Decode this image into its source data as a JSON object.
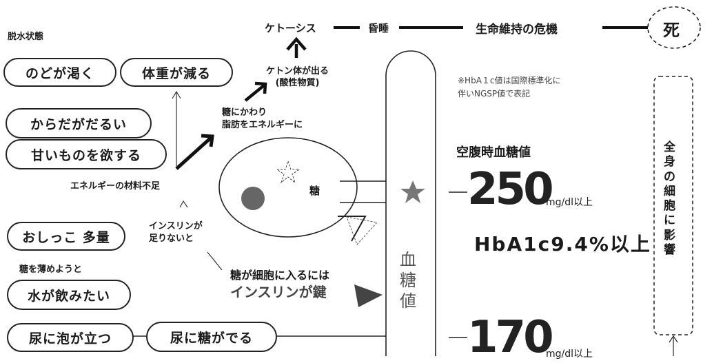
{
  "top_chain": {
    "ketosis": "ケトーシス",
    "coma": "昏睡",
    "crisis": "生命維持の危機",
    "death": "死"
  },
  "dehydration_label": "脱水状態",
  "symptoms": {
    "thirst": "のどが渇く",
    "weight_loss": "体重が減る",
    "fatigue": "からだがだるい",
    "sweet_craving": "甘いものを欲する",
    "polyuria": "おしっこ 多量",
    "want_water": "水が飲みたい",
    "foamy_urine": "尿に泡が立つ",
    "urine_sugar": "尿に糖がでる"
  },
  "dilute_label": "糖を薄めようと",
  "energy_shortage": "エネルギーの材料不足",
  "insulin_lack": [
    "インスリンが",
    "足りないと"
  ],
  "fat_energy": [
    "糖にかわり",
    "脂肪をエネルギーに"
  ],
  "ketone": [
    "ケトン体が出る",
    "(酸性物質)"
  ],
  "cell_sugar_label": "糖",
  "key_caption": {
    "line1": "糖が細胞に入るには",
    "line2": "インスリンが鍵"
  },
  "blood_sugar_column": [
    "血",
    "糖",
    "値"
  ],
  "hba1c_note": [
    "※HbA１c値は国際標準化に",
    "伴いNGSP値で表記"
  ],
  "fasting_label": "空腹時血糖値",
  "value_250": "250",
  "unit_250": "mg/dl以上",
  "hba1c_value": "HbA1c9.4%以上",
  "value_170": "170",
  "unit_170": "mg/dl以上",
  "whole_body": [
    "全",
    "身",
    "の",
    "細",
    "胞",
    "に",
    "影",
    "響"
  ]
}
